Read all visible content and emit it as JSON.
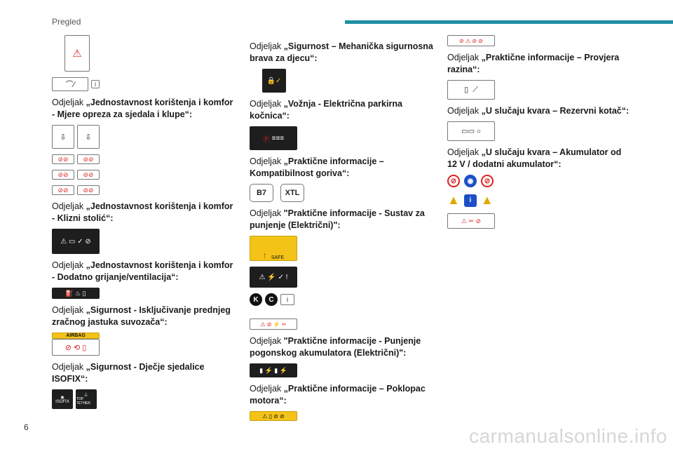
{
  "header": {
    "section": "Pregled",
    "page_number": "6"
  },
  "watermark": "carmanualsonline.info",
  "captions": {
    "seats": {
      "pre": "Odjeljak ",
      "body": "„Jednostavnost korištenja i komfor - Mjere opreza za sjedala i klupe“:"
    },
    "sliding_table": {
      "pre": "Odjeljak ",
      "body": "„Jednostavnost korištenja i komfor - Klizni stolić“:"
    },
    "heating": {
      "pre": "Odjeljak ",
      "body": "„Jednostavnost korištenja i komfor - Dodatno grijanje/ventilacija“:"
    },
    "airbag": {
      "pre": "Odjeljak ",
      "body": "„Sigurnost - Isključivanje prednjeg zračnog jastuka suvozača“:"
    },
    "isofix": {
      "pre": "Odjeljak ",
      "body": "„Sigurnost - Dječje sjedalice ISOFIX“:"
    },
    "child_lock": {
      "pre": "Odjeljak ",
      "body": "„Sigurnost – Mehanička sigurnosna brava za djecu“:"
    },
    "parking_brake": {
      "pre": "Odjeljak ",
      "body": "„Vožnja - Električna parkirna kočnica“:"
    },
    "fuel": {
      "pre": "Odjeljak ",
      "body": "„Praktične informacije – Kompatibilnost goriva“:"
    },
    "charging": {
      "pre": "Odjeljak ",
      "body": "\"Praktične informacije - Sustav za punjenje (Električni)\":"
    },
    "traction_battery": {
      "pre": "Odjeljak ",
      "body": "\"Praktične informacije - Punjenje pogonskog akumulatora (Električni)\":"
    },
    "bonnet": {
      "pre": "Odjeljak ",
      "body": "„Praktične informacije – Poklopac motora“:"
    },
    "levels": {
      "pre": "Odjeljak ",
      "body": "„Praktične informacije – Provjera razina“:"
    },
    "spare_wheel": {
      "pre": "Odjeljak ",
      "body": "„U slučaju kvara – Rezervni kotač“:"
    },
    "battery12v": {
      "pre": "Odjeljak ",
      "body": "„U slučaju kvara – Akumulator od 12 V / dodatni akumulator“:"
    }
  },
  "labels": {
    "isofix": "ISOFIX",
    "top_tether": "TOP TETHER",
    "airbag": "AIRBAG",
    "fuel_b7": "B7",
    "fuel_xtl": "XTL",
    "safe": "SAFE",
    "k": "K",
    "c": "C"
  },
  "colors": {
    "accent": "#1f8fa3",
    "warning_yellow": "#f3c318",
    "danger_red": "#dd2222",
    "info_blue": "#1c4fc7"
  }
}
